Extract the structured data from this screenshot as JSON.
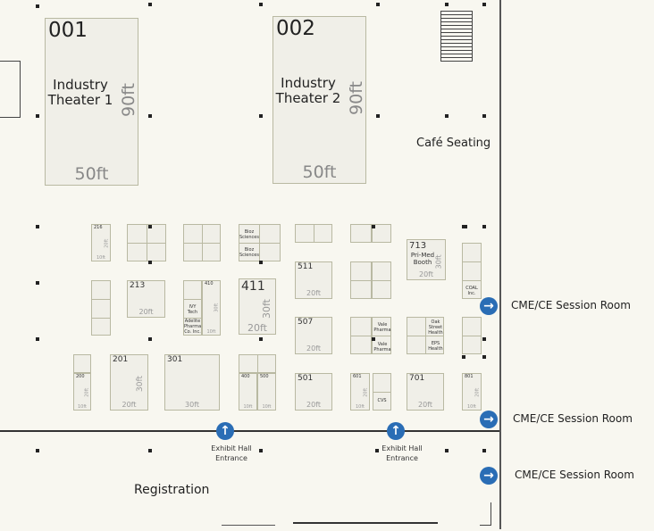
{
  "theaters": [
    {
      "number": "001",
      "name": "Industry Theater 1",
      "width": "50ft",
      "depth": "90ft"
    },
    {
      "number": "002",
      "name": "Industry Theater 2",
      "width": "50ft",
      "depth": "90ft"
    }
  ],
  "booths": {
    "b216": {
      "number": "216",
      "w": "10ft",
      "d": "20ft"
    },
    "b213": {
      "number": "213",
      "w": "20ft"
    },
    "b411": {
      "number": "411",
      "w": "20ft",
      "d": "30ft"
    },
    "b410": {
      "number": "410",
      "w": "10ft",
      "d": "30ft"
    },
    "b713": {
      "number": "713",
      "name": "Pri-Med Booth",
      "w": "20ft",
      "d": "30ft"
    },
    "b511": {
      "number": "511",
      "w": "20ft"
    },
    "b507": {
      "number": "507",
      "w": "20ft"
    },
    "b201": {
      "number": "201",
      "w": "20ft",
      "d": "30ft"
    },
    "b301": {
      "number": "301",
      "w": "30ft"
    },
    "b200": {
      "number": "200",
      "w": "10ft",
      "d": "20ft"
    },
    "b501": {
      "number": "501",
      "w": "20ft"
    },
    "b601": {
      "number": "601",
      "w": "10ft",
      "d": "20ft"
    },
    "b701": {
      "number": "701",
      "w": "20ft"
    },
    "b801": {
      "number": "801",
      "w": "10ft",
      "d": "20ft"
    },
    "b400": {
      "number": "400",
      "w": "10ft"
    },
    "b500": {
      "number": "500",
      "w": "10ft"
    }
  },
  "exhibitors": {
    "bioz1": "Bioz Sciences",
    "bioz2": "Bioz Sciences",
    "ivy": "IVY Tech",
    "adelite": "Adelite Pharma Co. Inc.",
    "vale1": "Vale Pharma",
    "vale2": "Vale Pharma",
    "oak": "Oak Street Health",
    "eps": "EPS Health",
    "cvs": "CVS",
    "coal": "COAL Inc."
  },
  "areas": {
    "cafe": "Café Seating",
    "registration": "Registration"
  },
  "entrances": [
    "Exhibit Hall Entrance",
    "Exhibit Hall Entrance"
  ],
  "session_rooms": [
    "CME/CE Session Room",
    "CME/CE Session Room",
    "CME/CE Session Room"
  ],
  "colors": {
    "arrow": "#2a6db5",
    "booth_fill": "#f0efe8",
    "booth_border": "#b9b9a2",
    "background": "#f8f7f0"
  },
  "icons": {
    "direction": "arrow-circle-icon",
    "stairs": "stairs-icon"
  }
}
